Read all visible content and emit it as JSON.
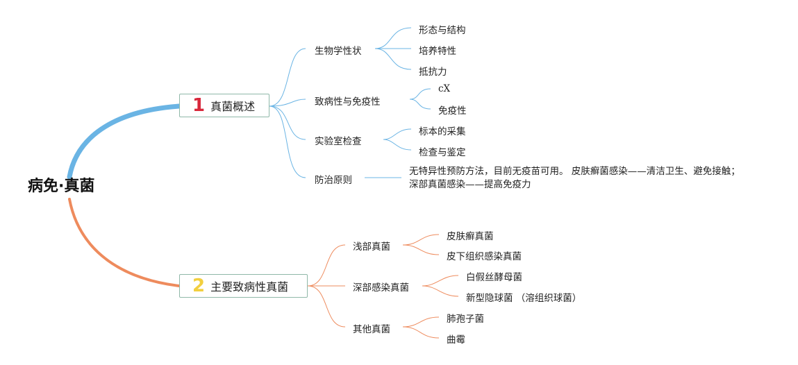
{
  "root": {
    "label": "病免·真菌"
  },
  "colors": {
    "branch1": "#6ab4e4",
    "branch2": "#ee8b5d",
    "num1": "#d8283b",
    "num2": "#f2cf3f",
    "box_border": "#8fb8a8"
  },
  "branches": [
    {
      "number": "1",
      "label": "真菌概述",
      "children": [
        {
          "label": "生物学性状",
          "leaves": [
            "形态与结构",
            "培养特性",
            "抵抗力"
          ]
        },
        {
          "label": "致病性与免疫性",
          "leaves": [
            "cX",
            "免疫性"
          ]
        },
        {
          "label": "实验室检查",
          "leaves": [
            "标本的采集",
            "检查与鉴定"
          ]
        },
        {
          "label": "防治原则",
          "note_lines": [
            "无特异性预防方法，目前无疫苗可用。 皮肤癣菌感染——清洁卫生、避免接触；",
            "深部真菌感染——提高免疫力"
          ]
        }
      ]
    },
    {
      "number": "2",
      "label": "主要致病性真菌",
      "children": [
        {
          "label": "浅部真菌",
          "leaves": [
            "皮肤癣真菌",
            "皮下组织感染真菌"
          ]
        },
        {
          "label": "深部感染真菌",
          "leaves": [
            "白假丝酵母菌",
            "新型隐球菌 （溶组织球菌）"
          ]
        },
        {
          "label": "其他真菌",
          "leaves": [
            "肺孢子菌",
            "曲霉"
          ]
        }
      ]
    }
  ]
}
